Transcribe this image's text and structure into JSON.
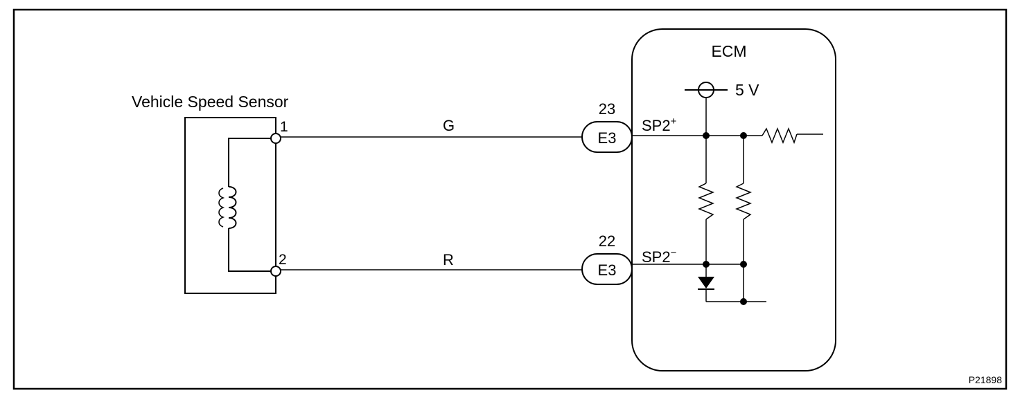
{
  "sensor": {
    "title": "Vehicle Speed Sensor",
    "pin_1": "1",
    "pin_2": "2"
  },
  "wires": {
    "upper_color": "G",
    "lower_color": "R"
  },
  "connectors": {
    "upper": {
      "pin": "23",
      "code": "E3"
    },
    "lower": {
      "pin": "22",
      "code": "E3"
    }
  },
  "ecm": {
    "title": "ECM",
    "supply": "5 V",
    "terminal_plus": "SP2",
    "terminal_plus_sign": "+",
    "terminal_minus": "SP2",
    "terminal_minus_sign": "−"
  },
  "figure_code": "P21898"
}
